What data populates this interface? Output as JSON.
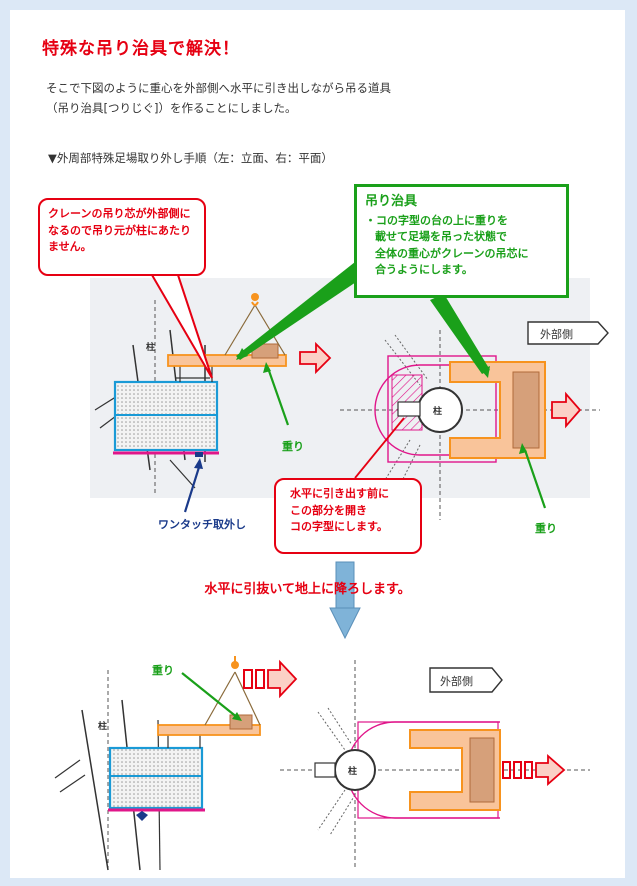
{
  "title": "特殊な吊り治具で解決！",
  "intro": [
    "そこで下図のように重心を外部側へ水平に引き出しながら吊る道具",
    "（吊り治具[つりじぐ]）を作ることにしました。"
  ],
  "caption": "▼外周部特殊足場取り外し手順（左：立面、右：平面）",
  "callout_crane": [
    "クレーンの吊り芯が外部側に",
    "なるので吊り元が柱にあたり",
    "ません。"
  ],
  "callout_jig": {
    "heading": "吊り治具",
    "lines": [
      "・コの字型の台の上に重りを",
      "載せて足場を吊った状態で",
      "全体の重心がクレーンの吊芯に",
      "合うようにします。"
    ]
  },
  "callout_cut": [
    "水平に引き出す前に",
    "この部分を開き",
    "コの字型にします。"
  ],
  "labels": {
    "column": "柱",
    "weight": "重り",
    "one_touch": "ワンタッチ取外し",
    "outside": "外部側"
  },
  "middle_text": "水平に引抜いて地上に降ろします。",
  "colors": {
    "red": "#e60012",
    "green": "#1aa01a",
    "orange": "#f7931e",
    "blue": "#1a9ad6",
    "magenta": "#e0168a"
  }
}
